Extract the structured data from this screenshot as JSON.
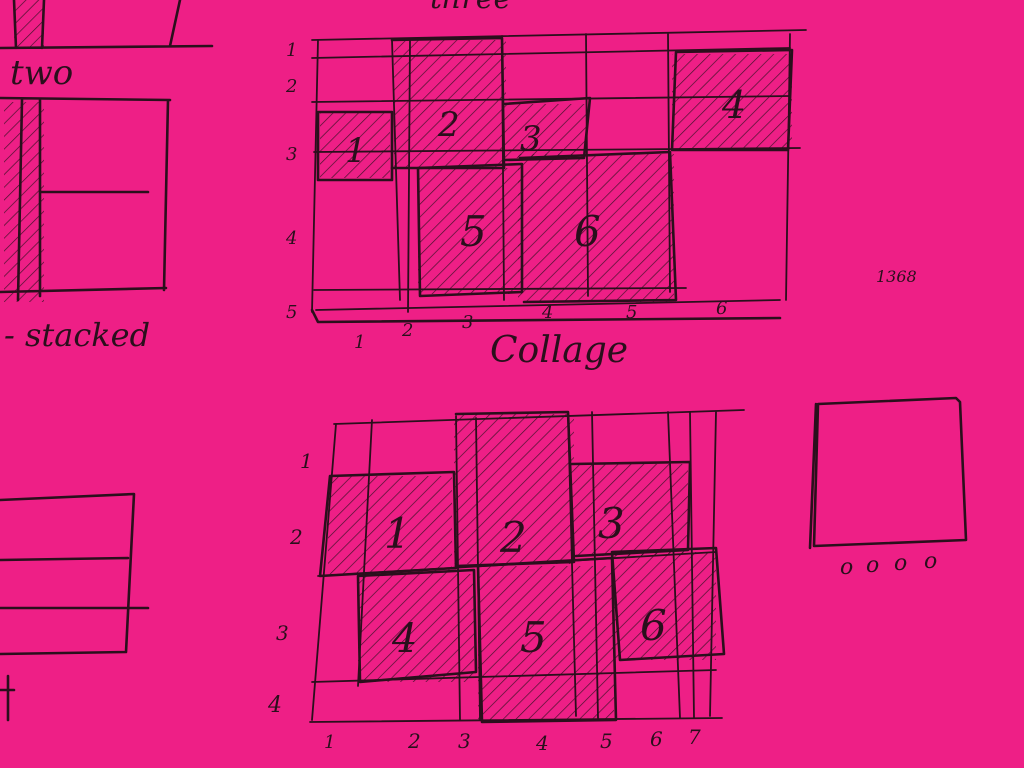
{
  "background_color": "#ee1f86",
  "ink_color": "#2a0f1c",
  "top_cut_label": "three",
  "left_cut_labels": {
    "top": "two",
    "bottom": "- stacked"
  },
  "side_note": "1368",
  "sketch_one": {
    "title": "Collage",
    "row_numbers": [
      "1",
      "2",
      "3",
      "4",
      "5"
    ],
    "col_numbers": [
      "1",
      "2",
      "3",
      "4",
      "5",
      "6"
    ],
    "tile_numbers": [
      "1",
      "2",
      "3",
      "4",
      "5",
      "6"
    ]
  },
  "sketch_two": {
    "row_numbers": [
      "1",
      "2",
      "3",
      "4"
    ],
    "col_numbers": [
      "1",
      "2",
      "3",
      "4",
      "5",
      "6",
      "7"
    ],
    "tile_numbers": [
      "1",
      "2",
      "3",
      "4",
      "5",
      "6"
    ]
  },
  "square_dots": [
    "o",
    "o",
    "o",
    "o"
  ]
}
